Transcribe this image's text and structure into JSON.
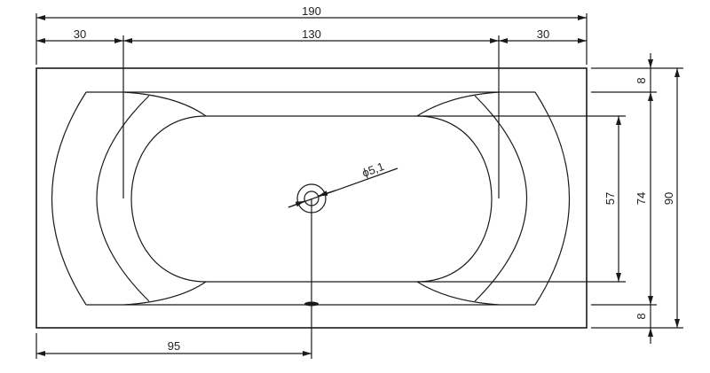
{
  "drawing": {
    "subject": "double-ended bathtub, plan view",
    "units": "cm",
    "colors": {
      "line": "#1a1a1a",
      "background": "#ffffff",
      "text": "#222222"
    }
  },
  "dimensions": {
    "overall_length": "190",
    "left_rim": "30",
    "inner_length": "130",
    "right_rim": "30",
    "drain_offset": "95",
    "drain_diameter": "ϕ5,1",
    "top_margin": "8",
    "basin_width": "57",
    "inner_width": "74",
    "overall_width": "90",
    "bottom_margin": "8"
  }
}
